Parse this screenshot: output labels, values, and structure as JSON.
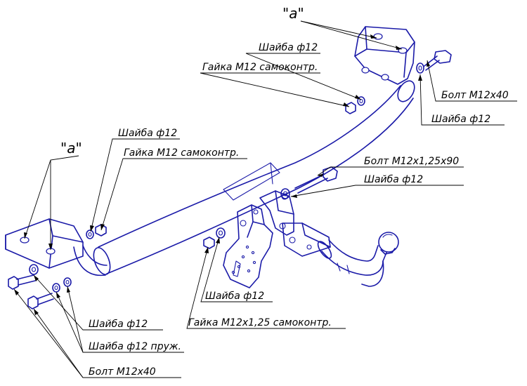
{
  "view_labels": {
    "top": "\"a\"",
    "left": "\"a\""
  },
  "callouts": {
    "washer_top": "Шайба ф12",
    "nut_top": "Гайка М12 самоконтр.",
    "bolt_right": "Болт М12х40",
    "washer_right": "Шайба ф12",
    "washer_left_upper": "Шайба ф12",
    "nut_left": "Гайка М12 самоконтр.",
    "bolt_ball": "Болт М12х1,25х90",
    "washer_ball": "Шайба ф12",
    "washer_center": "Шайба ф12",
    "nut_center": "Гайка М12х1,25 самоконтр.",
    "washer_left_lower": "Шайба ф12",
    "spring_washer_left": "Шайба ф12 пруж.",
    "bolt_left": "Болт М12х40"
  },
  "colors": {
    "line_art": "#1a1aa8",
    "text": "#000000",
    "background": "#ffffff"
  }
}
